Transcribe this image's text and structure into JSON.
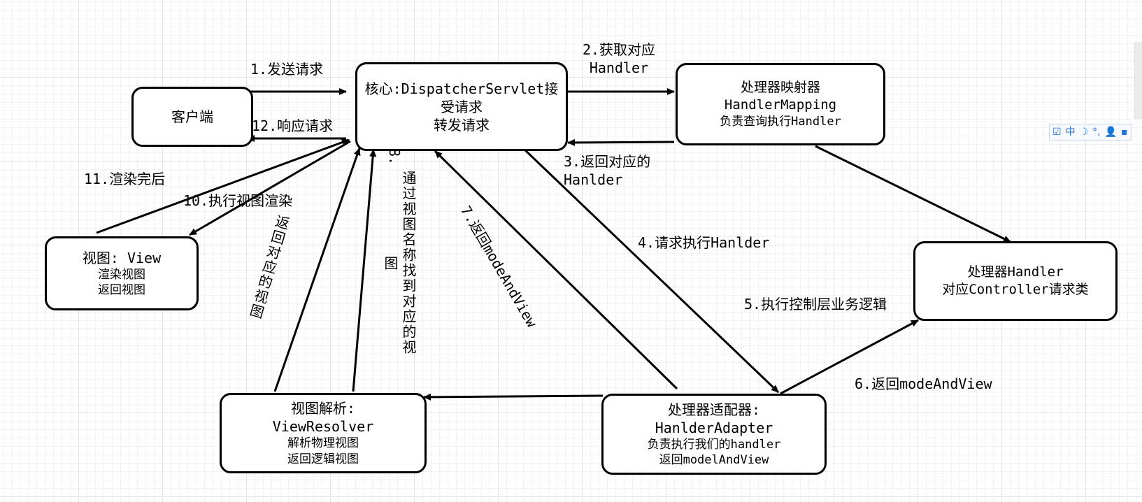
{
  "nodes": {
    "client": {
      "line1": "客户端"
    },
    "dispatcher": {
      "line1": "核心:DispatcherServlet接",
      "line2": "受请求",
      "line3": "转发请求"
    },
    "mapping": {
      "line1": "处理器映射器",
      "line2": "HandlerMapping",
      "line3": "负责查询执行Handler"
    },
    "handler": {
      "line1": "处理器Handler",
      "line2": "对应Controller请求类"
    },
    "adapter": {
      "line1": "处理器适配器:",
      "line2": "HanlderAdapter",
      "line3": "负责执行我们的handler",
      "line4": "返回modelAndView"
    },
    "resolver": {
      "line1": "视图解析:",
      "line2": "ViewResolver",
      "line3": "解析物理视图",
      "line4": "返回逻辑视图"
    },
    "view": {
      "line1": "视图: View",
      "line2": "渲染视图",
      "line3": "返回视图"
    }
  },
  "edges": {
    "e1": "1.发送请求",
    "e2_line1": "2.获取对应",
    "e2_line2": "Handler",
    "e3_line1": "3.返回对应的",
    "e3_line2": "Hanlder",
    "e4": "4.请求执行Hanlder",
    "e5": "5.执行控制层业务逻辑",
    "e6": "6.返回modeAndView",
    "e7": "7.返回modeAndView",
    "e8_num": "8.",
    "e8_col1": "通过视图名称找到对应的视",
    "e8_col2": "图",
    "e9_col1": "返回对应的视图",
    "e10": "10.执行视图渲染",
    "e11": "11.渲染完后",
    "e12": "12.响应请求"
  },
  "toolbar": {
    "icon1": "☑",
    "lang": "中",
    "icon2": "☽",
    "icon3": "°,",
    "icon4": "👤",
    "icon5": "▪"
  },
  "colors": {
    "stroke": "#000000",
    "toolbar_accent": "#2a6fd6"
  }
}
